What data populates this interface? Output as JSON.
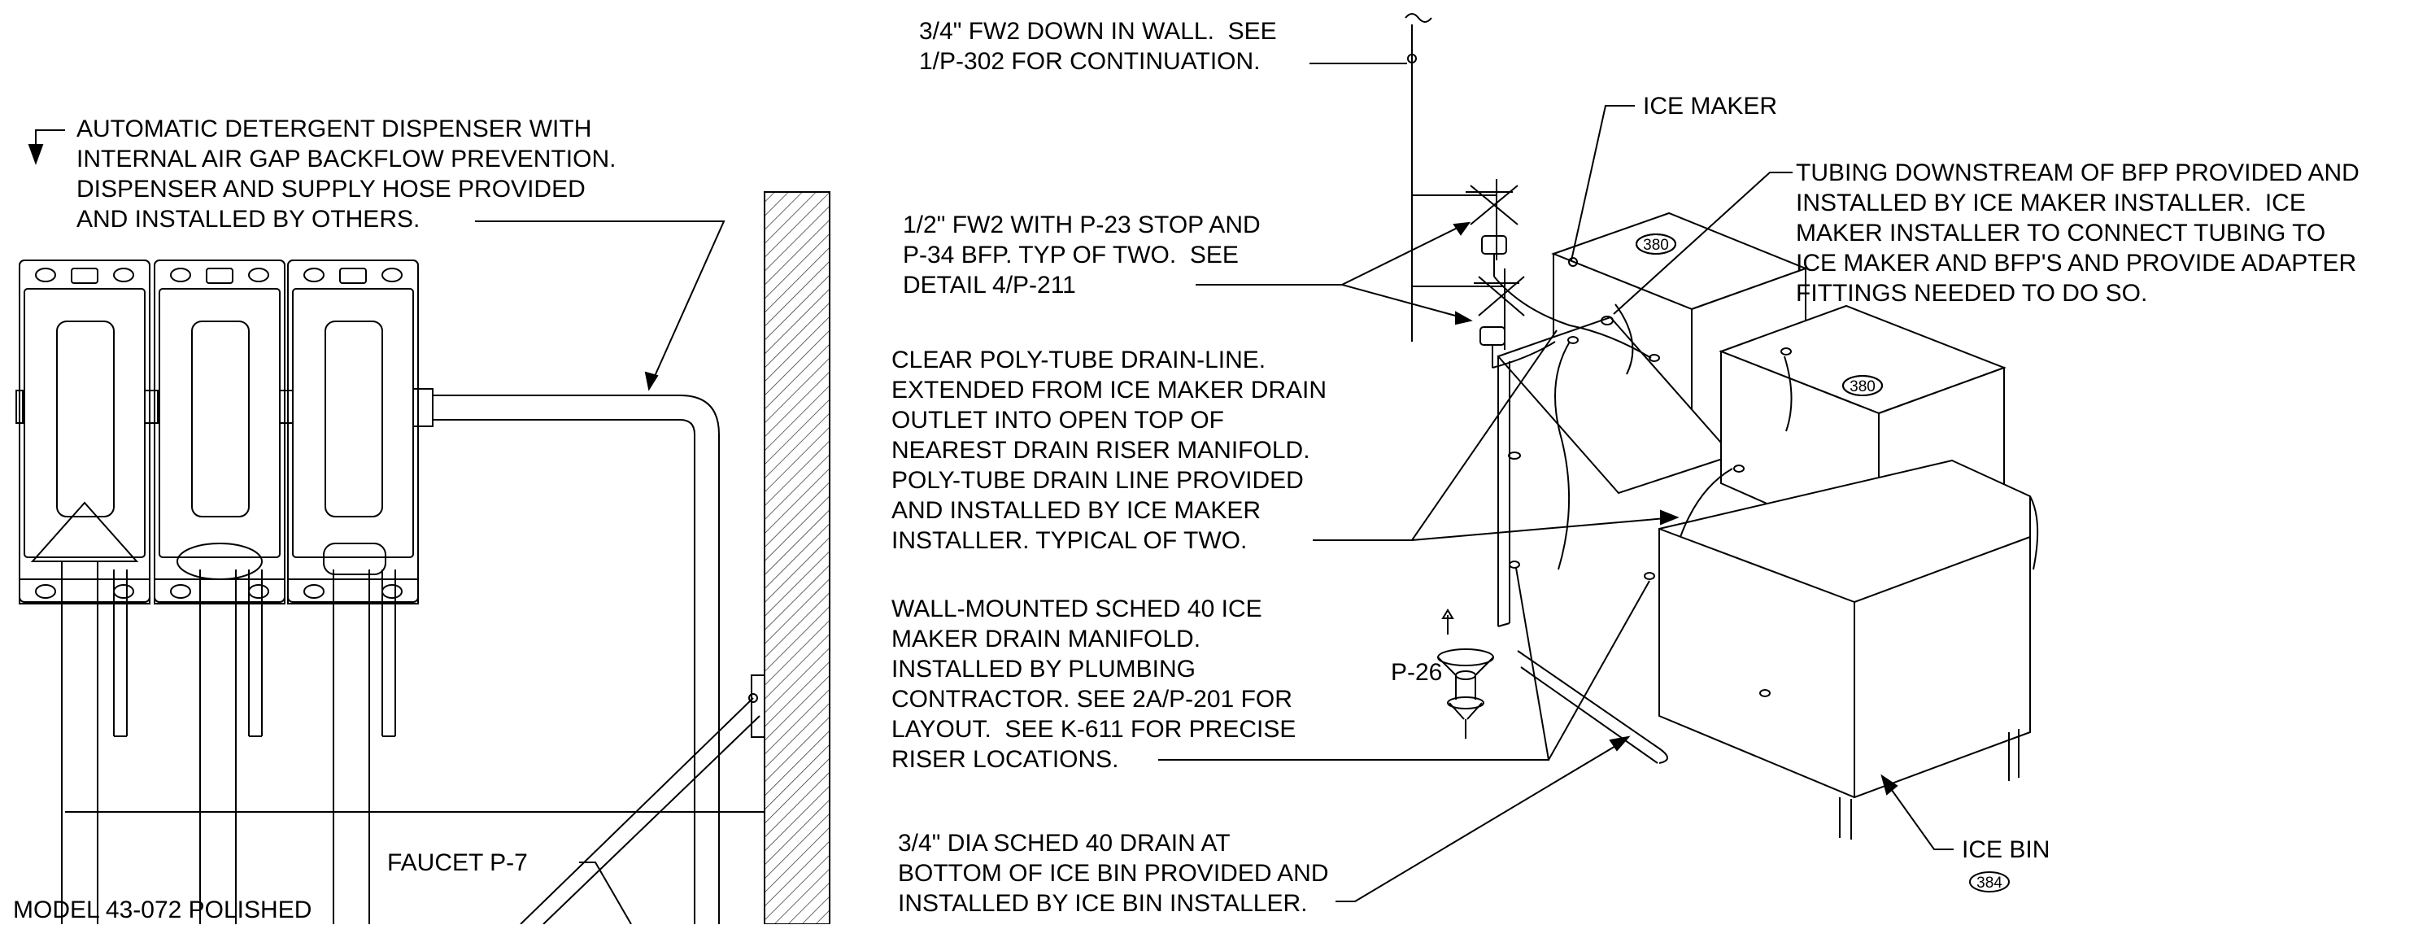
{
  "notes": {
    "detergent_dispenser": "AUTOMATIC DETERGENT DISPENSER WITH\nINTERNAL AIR GAP BACKFLOW PREVENTION.\nDISPENSER AND SUPPLY HOSE PROVIDED\nAND INSTALLED BY OTHERS.",
    "fw2_down_in_wall": "3/4\" FW2 DOWN IN WALL.  SEE\n1/P-302 FOR CONTINUATION.",
    "fw2_stop_bfp": "1/2\" FW2 WITH P-23 STOP AND\nP-34 BFP. TYP OF TWO.  SEE\nDETAIL 4/P-211",
    "poly_tube_drain": "CLEAR POLY-TUBE DRAIN-LINE.\nEXTENDED FROM ICE MAKER DRAIN\nOUTLET INTO OPEN TOP OF\nNEAREST DRAIN RISER MANIFOLD.\nPOLY-TUBE DRAIN LINE PROVIDED\nAND INSTALLED BY ICE MAKER\nINSTALLER. TYPICAL OF TWO.",
    "drain_manifold": "WALL-MOUNTED SCHED 40 ICE\nMAKER DRAIN MANIFOLD.\nINSTALLED BY PLUMBING\nCONTRACTOR. SEE 2A/P-201 FOR\nLAYOUT.  SEE K-611 FOR PRECISE\nRISER LOCATIONS.",
    "ice_bin_drain": "3/4\" DIA SCHED 40 DRAIN AT\nBOTTOM OF ICE BIN PROVIDED AND\nINSTALLED BY ICE BIN INSTALLER.",
    "tubing_downstream": "TUBING DOWNSTREAM OF BFP PROVIDED AND\nINSTALLED BY ICE MAKER INSTALLER.  ICE\nMAKER INSTALLER TO CONNECT TUBING TO\nICE MAKER AND BFP'S AND PROVIDE ADAPTER\nFITTINGS NEEDED TO DO SO.",
    "ice_maker": "ICE MAKER",
    "ice_bin": "ICE BIN",
    "faucet": "FAUCET P-7",
    "model": "MODEL 43-072 POLISHED",
    "p26": "P-26"
  },
  "tags": {
    "ice_maker_upper": "380",
    "ice_maker_lower": "380",
    "ice_bin": "384"
  },
  "colors": {
    "linework": "#000000",
    "hatch": "#333333",
    "background": "#ffffff"
  }
}
